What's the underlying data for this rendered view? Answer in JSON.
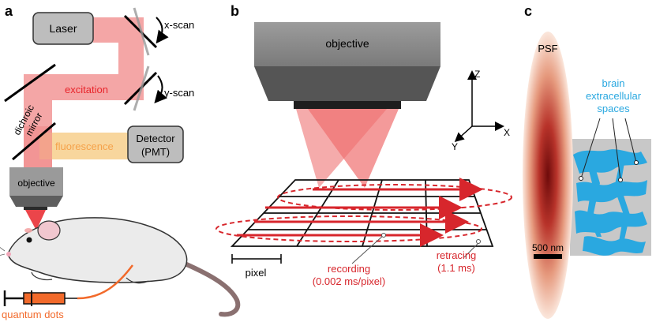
{
  "panels": {
    "a": {
      "letter": "a",
      "laser": "Laser",
      "x_scan": "x-scan",
      "y_scan": "y-scan",
      "excitation": "excitation",
      "dichroic_1": "dichroic",
      "dichroic_2": "mirror",
      "fluorescence": "fluorescence",
      "detector_1": "Detector",
      "detector_2": "(PMT)",
      "objective": "objective",
      "quantum_dots": "quantum dots"
    },
    "b": {
      "letter": "b",
      "objective": "objective",
      "axis_z": "Z",
      "axis_x": "X",
      "axis_y": "Y",
      "pixel": "pixel",
      "recording_1": "recording",
      "recording_2": "(0.002 ms/pixel)",
      "retracing_1": "retracing",
      "retracing_2": "(1.1 ms)"
    },
    "c": {
      "letter": "c",
      "psf": "PSF",
      "brain_1": "brain",
      "brain_2": "extracellular",
      "brain_3": "spaces",
      "scale": "500 nm"
    }
  },
  "colors": {
    "laser_red": "#e8242a",
    "beam_pink": "#f4a6a6",
    "fluor_orange": "#f7cf8c",
    "fluor_text": "#f5a24a",
    "ecs_blue": "#2aa8e0",
    "grey_box": "#bdbdbd",
    "dark_red": "#d7262c",
    "qd_orange": "#f26a2b"
  }
}
